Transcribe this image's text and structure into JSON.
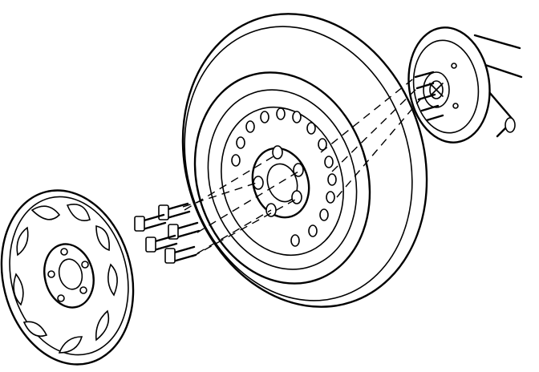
{
  "diagram": {
    "parts": [
      {
        "id": "hub",
        "icon": "wheel-hub-icon"
      },
      {
        "id": "tire",
        "icon": "tire-icon"
      },
      {
        "id": "rim",
        "icon": "wheel-rim-icon"
      },
      {
        "id": "lug-nuts",
        "icon": "lug-nut-icon",
        "count": 5
      },
      {
        "id": "wheel-cover",
        "icon": "hubcap-icon"
      }
    ],
    "colors": {
      "line": "#000000",
      "fill": "#ffffff"
    }
  }
}
